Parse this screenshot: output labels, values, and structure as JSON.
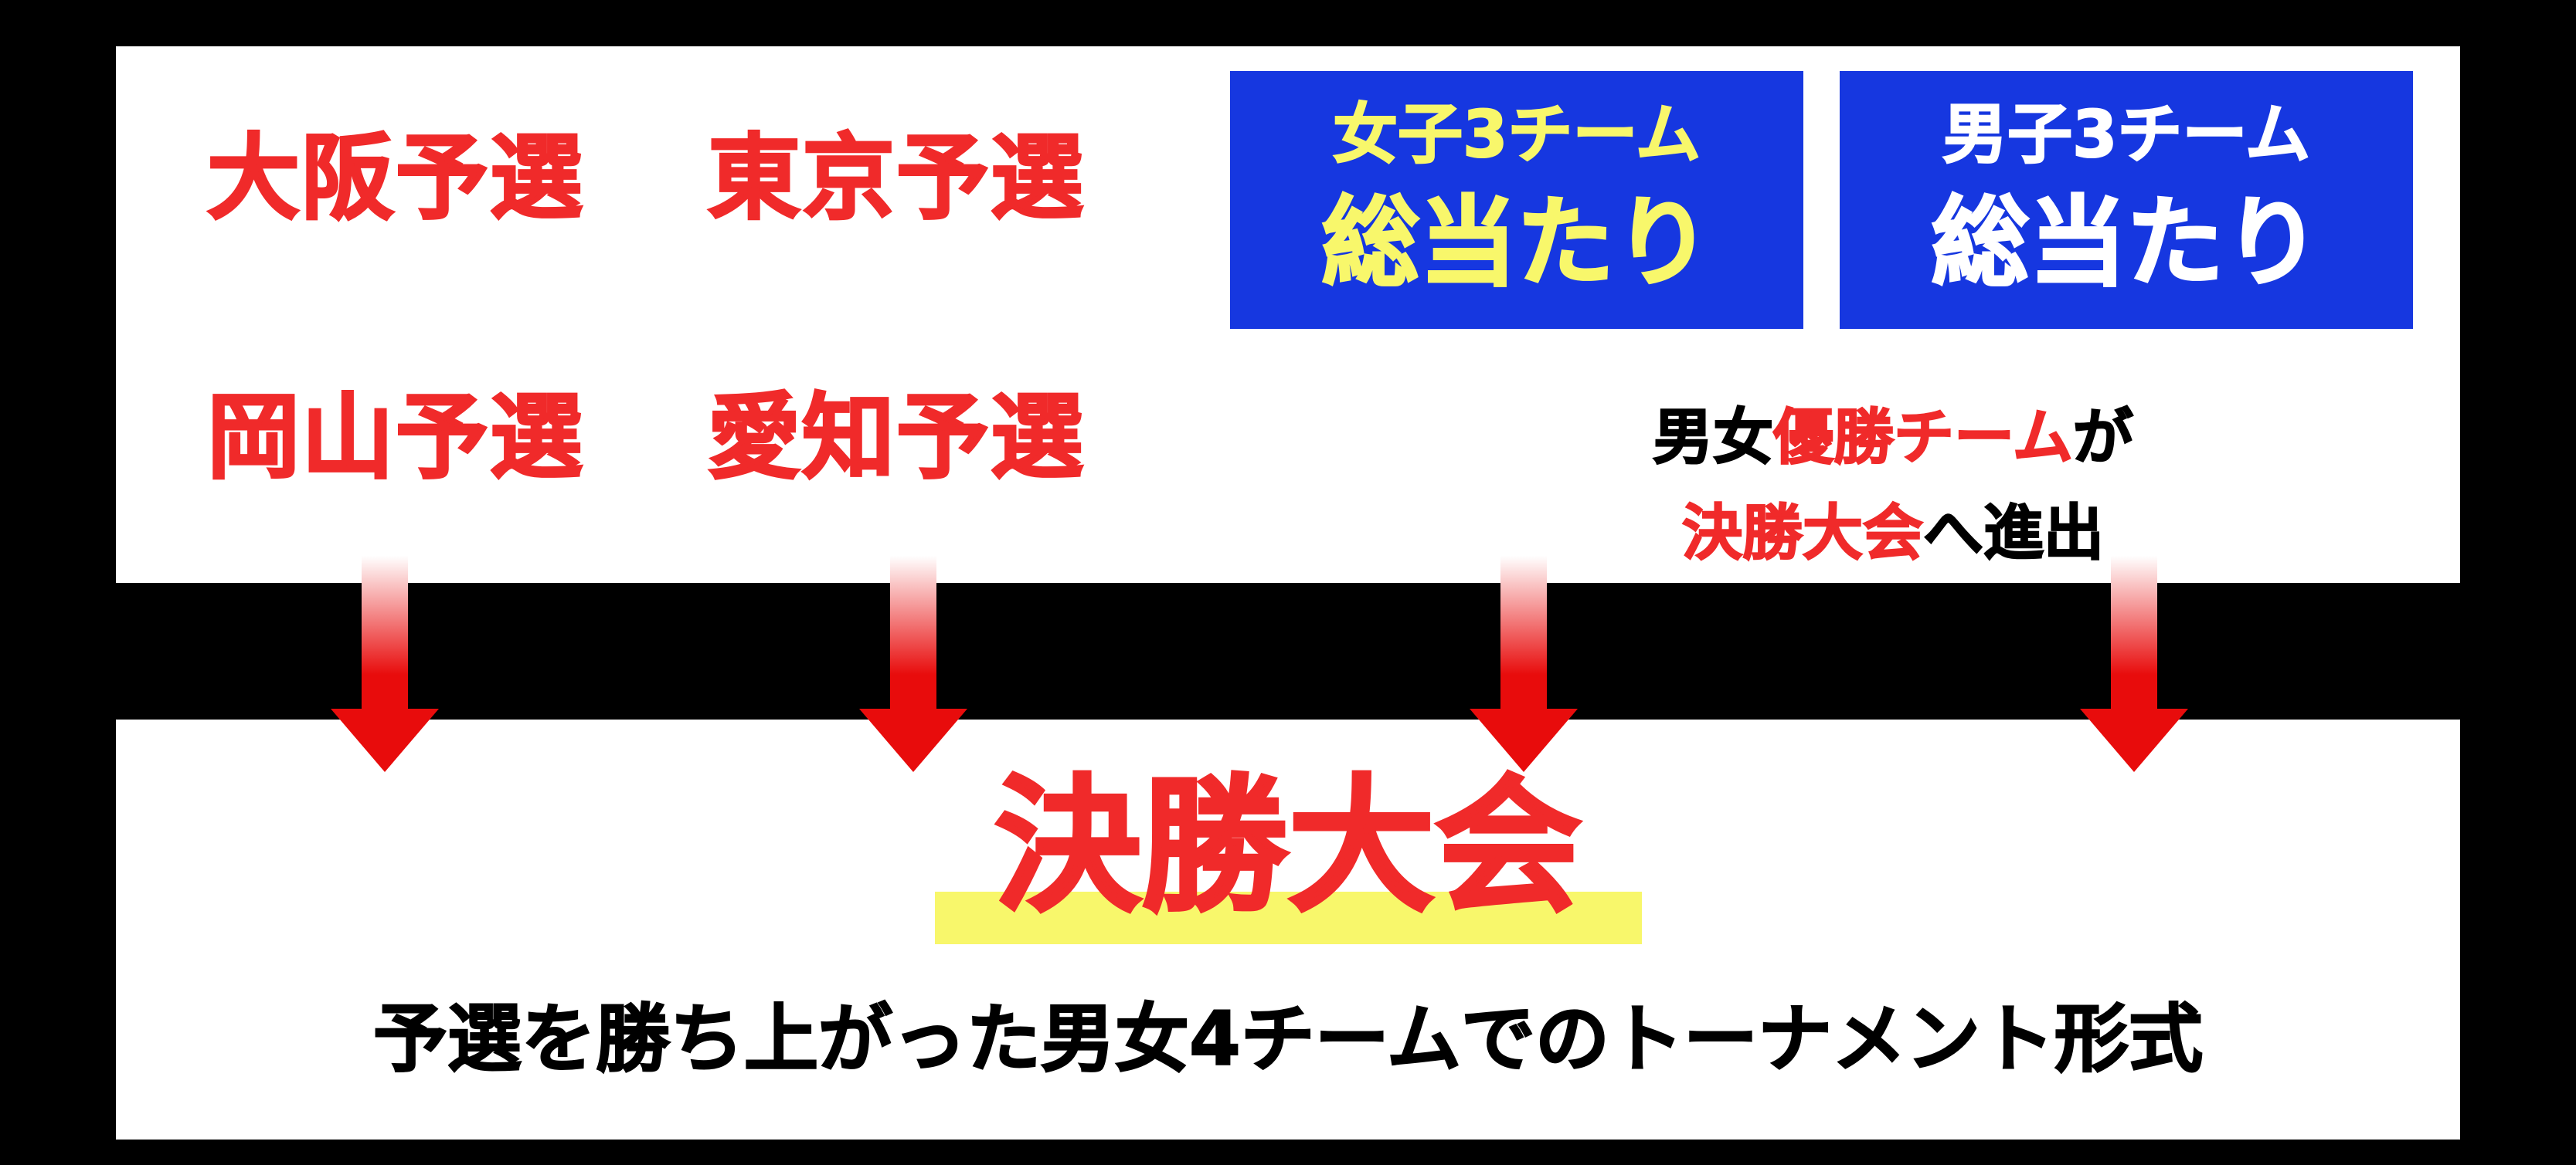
{
  "colors": {
    "background": "#000000",
    "panel": "#ffffff",
    "red": "#f02a2a",
    "blue": "#1637e0",
    "yellow": "#f8f76b",
    "white": "#ffffff",
    "black": "#000000",
    "arrow_red": "#e80c0c"
  },
  "prelims": [
    {
      "label": "大阪予選"
    },
    {
      "label": "東京予選"
    },
    {
      "label": "岡山予選"
    },
    {
      "label": "愛知予選"
    }
  ],
  "boxes": [
    {
      "line1": "女子3チーム",
      "line2": "総当たり"
    },
    {
      "line1": "男子3チーム",
      "line2": "総当たり"
    }
  ],
  "advance": {
    "line1_a": "男女",
    "line1_b": "優勝チーム",
    "line1_c": "が",
    "line2_a": "決勝大会",
    "line2_b": "へ進出"
  },
  "final": {
    "title": "決勝大会",
    "description": "予選を勝ち上がった男女4チームでのトーナメント形式"
  }
}
